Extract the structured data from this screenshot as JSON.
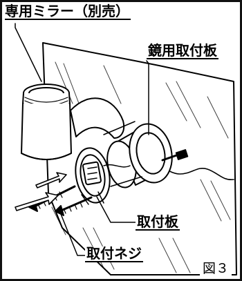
{
  "labels": {
    "mirror": "専用ミラー（別売）",
    "mount_plate": "鏡用取付板",
    "plate": "取付板",
    "screw": "取付ネジ",
    "figure": "図３"
  },
  "colors": {
    "line": "#000000",
    "background": "#ffffff"
  }
}
